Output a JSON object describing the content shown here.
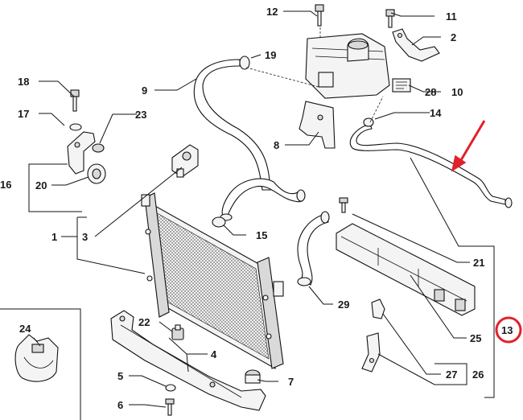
{
  "callouts": {
    "c1": "1",
    "c2": "2",
    "c3": "3",
    "c4": "4",
    "c5": "5",
    "c6": "6",
    "c7": "7",
    "c8": "8",
    "c9": "9",
    "c10": "10",
    "c11": "11",
    "c12": "12",
    "c13": "13",
    "c14": "14",
    "c15": "15",
    "c16": "16",
    "c17": "17",
    "c18": "18",
    "c19": "19",
    "c20": "20",
    "c21": "21",
    "c22": "22",
    "c23": "23",
    "c24": "24",
    "c25": "25",
    "c26": "26",
    "c27": "27",
    "c28": "28",
    "c29": "29"
  },
  "colors": {
    "highlight": "#e0222a",
    "ink": "#111111"
  }
}
